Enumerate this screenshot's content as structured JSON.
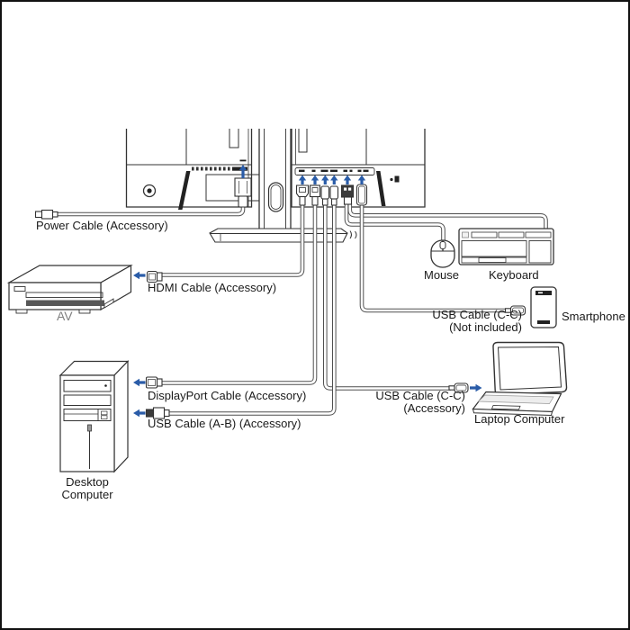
{
  "labels": {
    "power": "Power Cable (Accessory)",
    "hdmi": "HDMI Cable (Accessory)",
    "displayport": "DisplayPort Cable (Accessory)",
    "usb_ab": "USB Cable (A-B) (Accessory)",
    "usb_cc_laptop": {
      "line1": "USB Cable (C-C)",
      "line2": "(Accessory)"
    },
    "usb_cc_phone": {
      "line1": "USB Cable (C-C)",
      "line2": "(Not included)"
    },
    "mouse": "Mouse",
    "keyboard": "Keyboard",
    "smartphone": "Smartphone",
    "laptop": "Laptop Computer",
    "desktop": {
      "line1": "Desktop",
      "line2": "Computer"
    },
    "av": "AV"
  },
  "icons": {
    "connect_up": "blue-up-arrow",
    "connect_left": "blue-left-arrow",
    "connect_right": "blue-right-arrow"
  },
  "colors": {
    "arrow": "#2a5ca8",
    "outline": "#333333",
    "cable": "#4f4f4f",
    "ink": "#222222",
    "tray": "#575757",
    "avtext": "#808080"
  }
}
